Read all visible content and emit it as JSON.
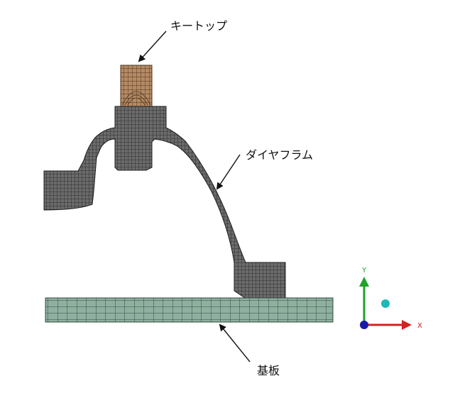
{
  "labels": {
    "keytop": "キートップ",
    "diaphragm": "ダイヤフラム",
    "substrate": "基板"
  },
  "triad": {
    "y_label": "Y",
    "x_label": "X",
    "y_color": "#1fa12a",
    "x_color": "#d42020",
    "origin_color": "#1a1aa8",
    "point_color": "#1fb8b8"
  },
  "colors": {
    "mesh_fill": "#6b6b6b",
    "mesh_line": "#1e1e1e",
    "keytop_fill": "#b58a63",
    "keytop_line": "#4a3320",
    "substrate_fill": "#8fb0a0",
    "substrate_line": "#2f4a3e"
  },
  "icons": {
    "triad": "xyz-axis-triad-icon"
  }
}
